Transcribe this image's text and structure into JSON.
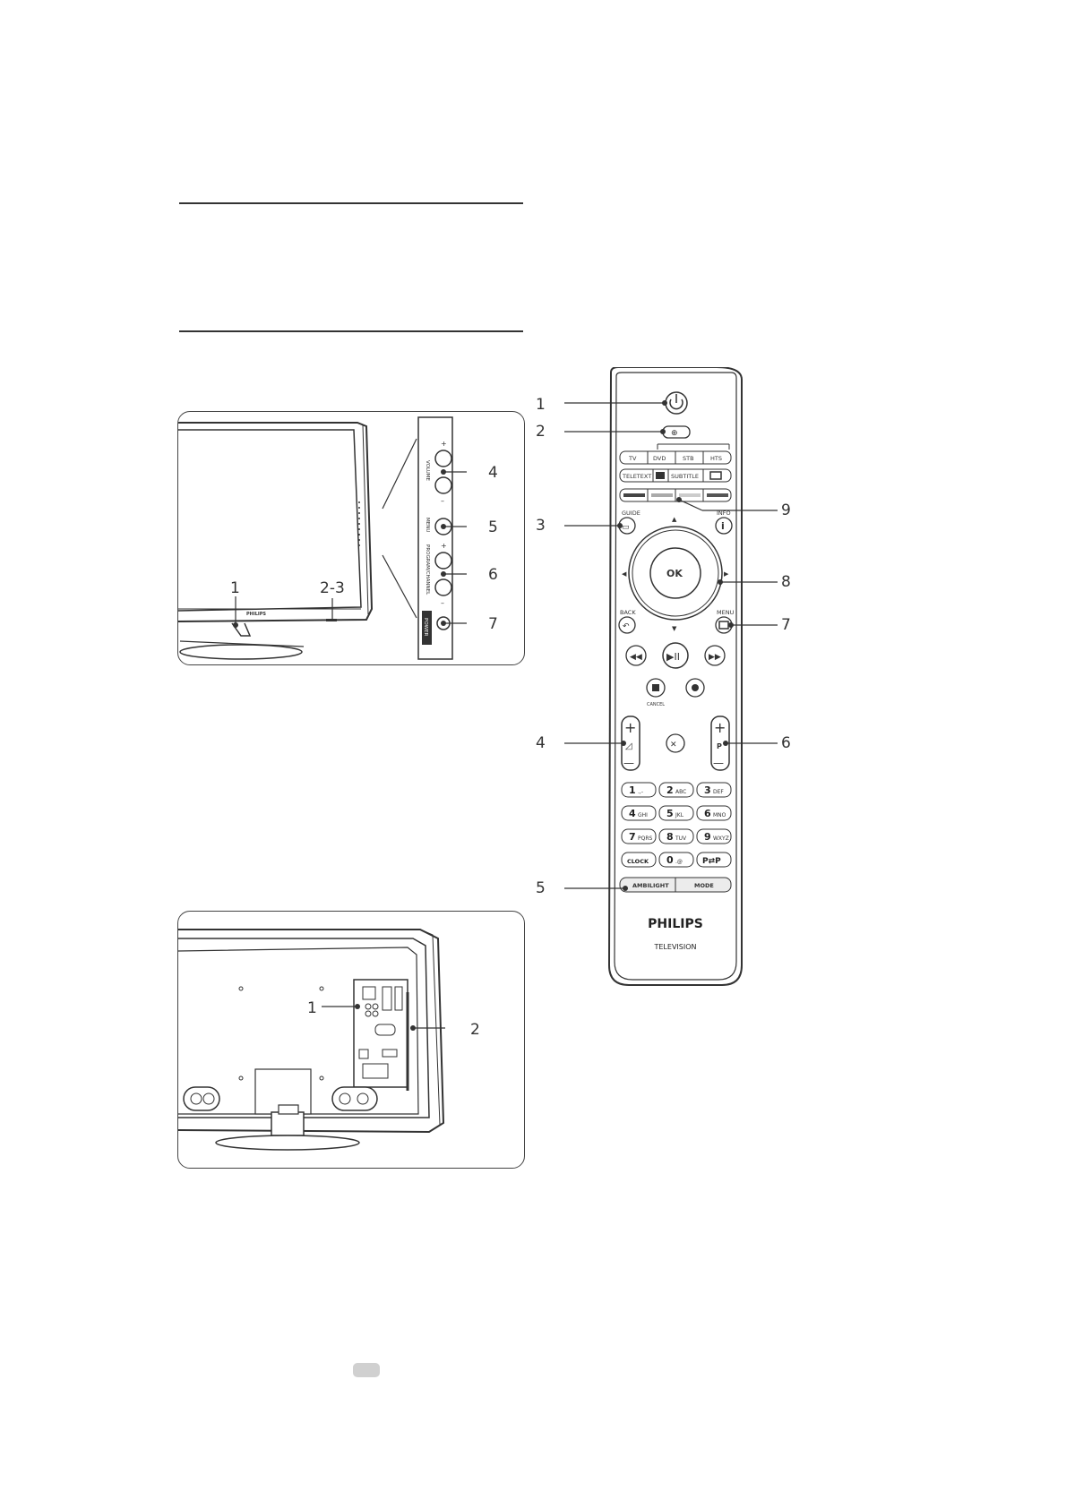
{
  "front_figure": {
    "callouts": [
      "1",
      "2-3",
      "4",
      "5",
      "6",
      "7"
    ],
    "brand": "PHILIPS",
    "panel_labels": {
      "volume": "VOLUME",
      "menu": "MENU",
      "program": "PROGRAM/CHANNEL",
      "power": "POWER",
      "plus": "+",
      "minus": "–"
    }
  },
  "back_figure": {
    "callouts": [
      "1",
      "2"
    ]
  },
  "remote": {
    "callouts_left": [
      "1",
      "2",
      "3",
      "4",
      "5"
    ],
    "callouts_right": [
      "9",
      "8",
      "7",
      "6"
    ],
    "source_row": [
      "TV",
      "DVD",
      "STB",
      "HTS"
    ],
    "text_row": [
      "TELETEXT",
      "SUBTITLE"
    ],
    "guide": "GUIDE",
    "info": "INFO",
    "ok": "OK",
    "back": "BACK",
    "menu": "MENU",
    "cancel": "CANCEL",
    "vol_plus": "+",
    "vol_minus": "—",
    "prog_plus": "+",
    "prog_minus": "—",
    "prog_label": "P",
    "keypad": [
      {
        "n": "1",
        "s": ".,-"
      },
      {
        "n": "2",
        "s": "ABC"
      },
      {
        "n": "3",
        "s": "DEF"
      },
      {
        "n": "4",
        "s": "GHI"
      },
      {
        "n": "5",
        "s": "JKL"
      },
      {
        "n": "6",
        "s": "MNO"
      },
      {
        "n": "7",
        "s": "PQRS"
      },
      {
        "n": "8",
        "s": "TUV"
      },
      {
        "n": "9",
        "s": "WXYZ"
      },
      {
        "n": "CLOCK",
        "s": ""
      },
      {
        "n": "0",
        "s": ".@"
      },
      {
        "n": "P⇄P",
        "s": ""
      }
    ],
    "ambilight": "AMBILIGHT",
    "mode": "MODE",
    "brand": "PHILIPS",
    "brand_sub": "TELEVISION"
  }
}
